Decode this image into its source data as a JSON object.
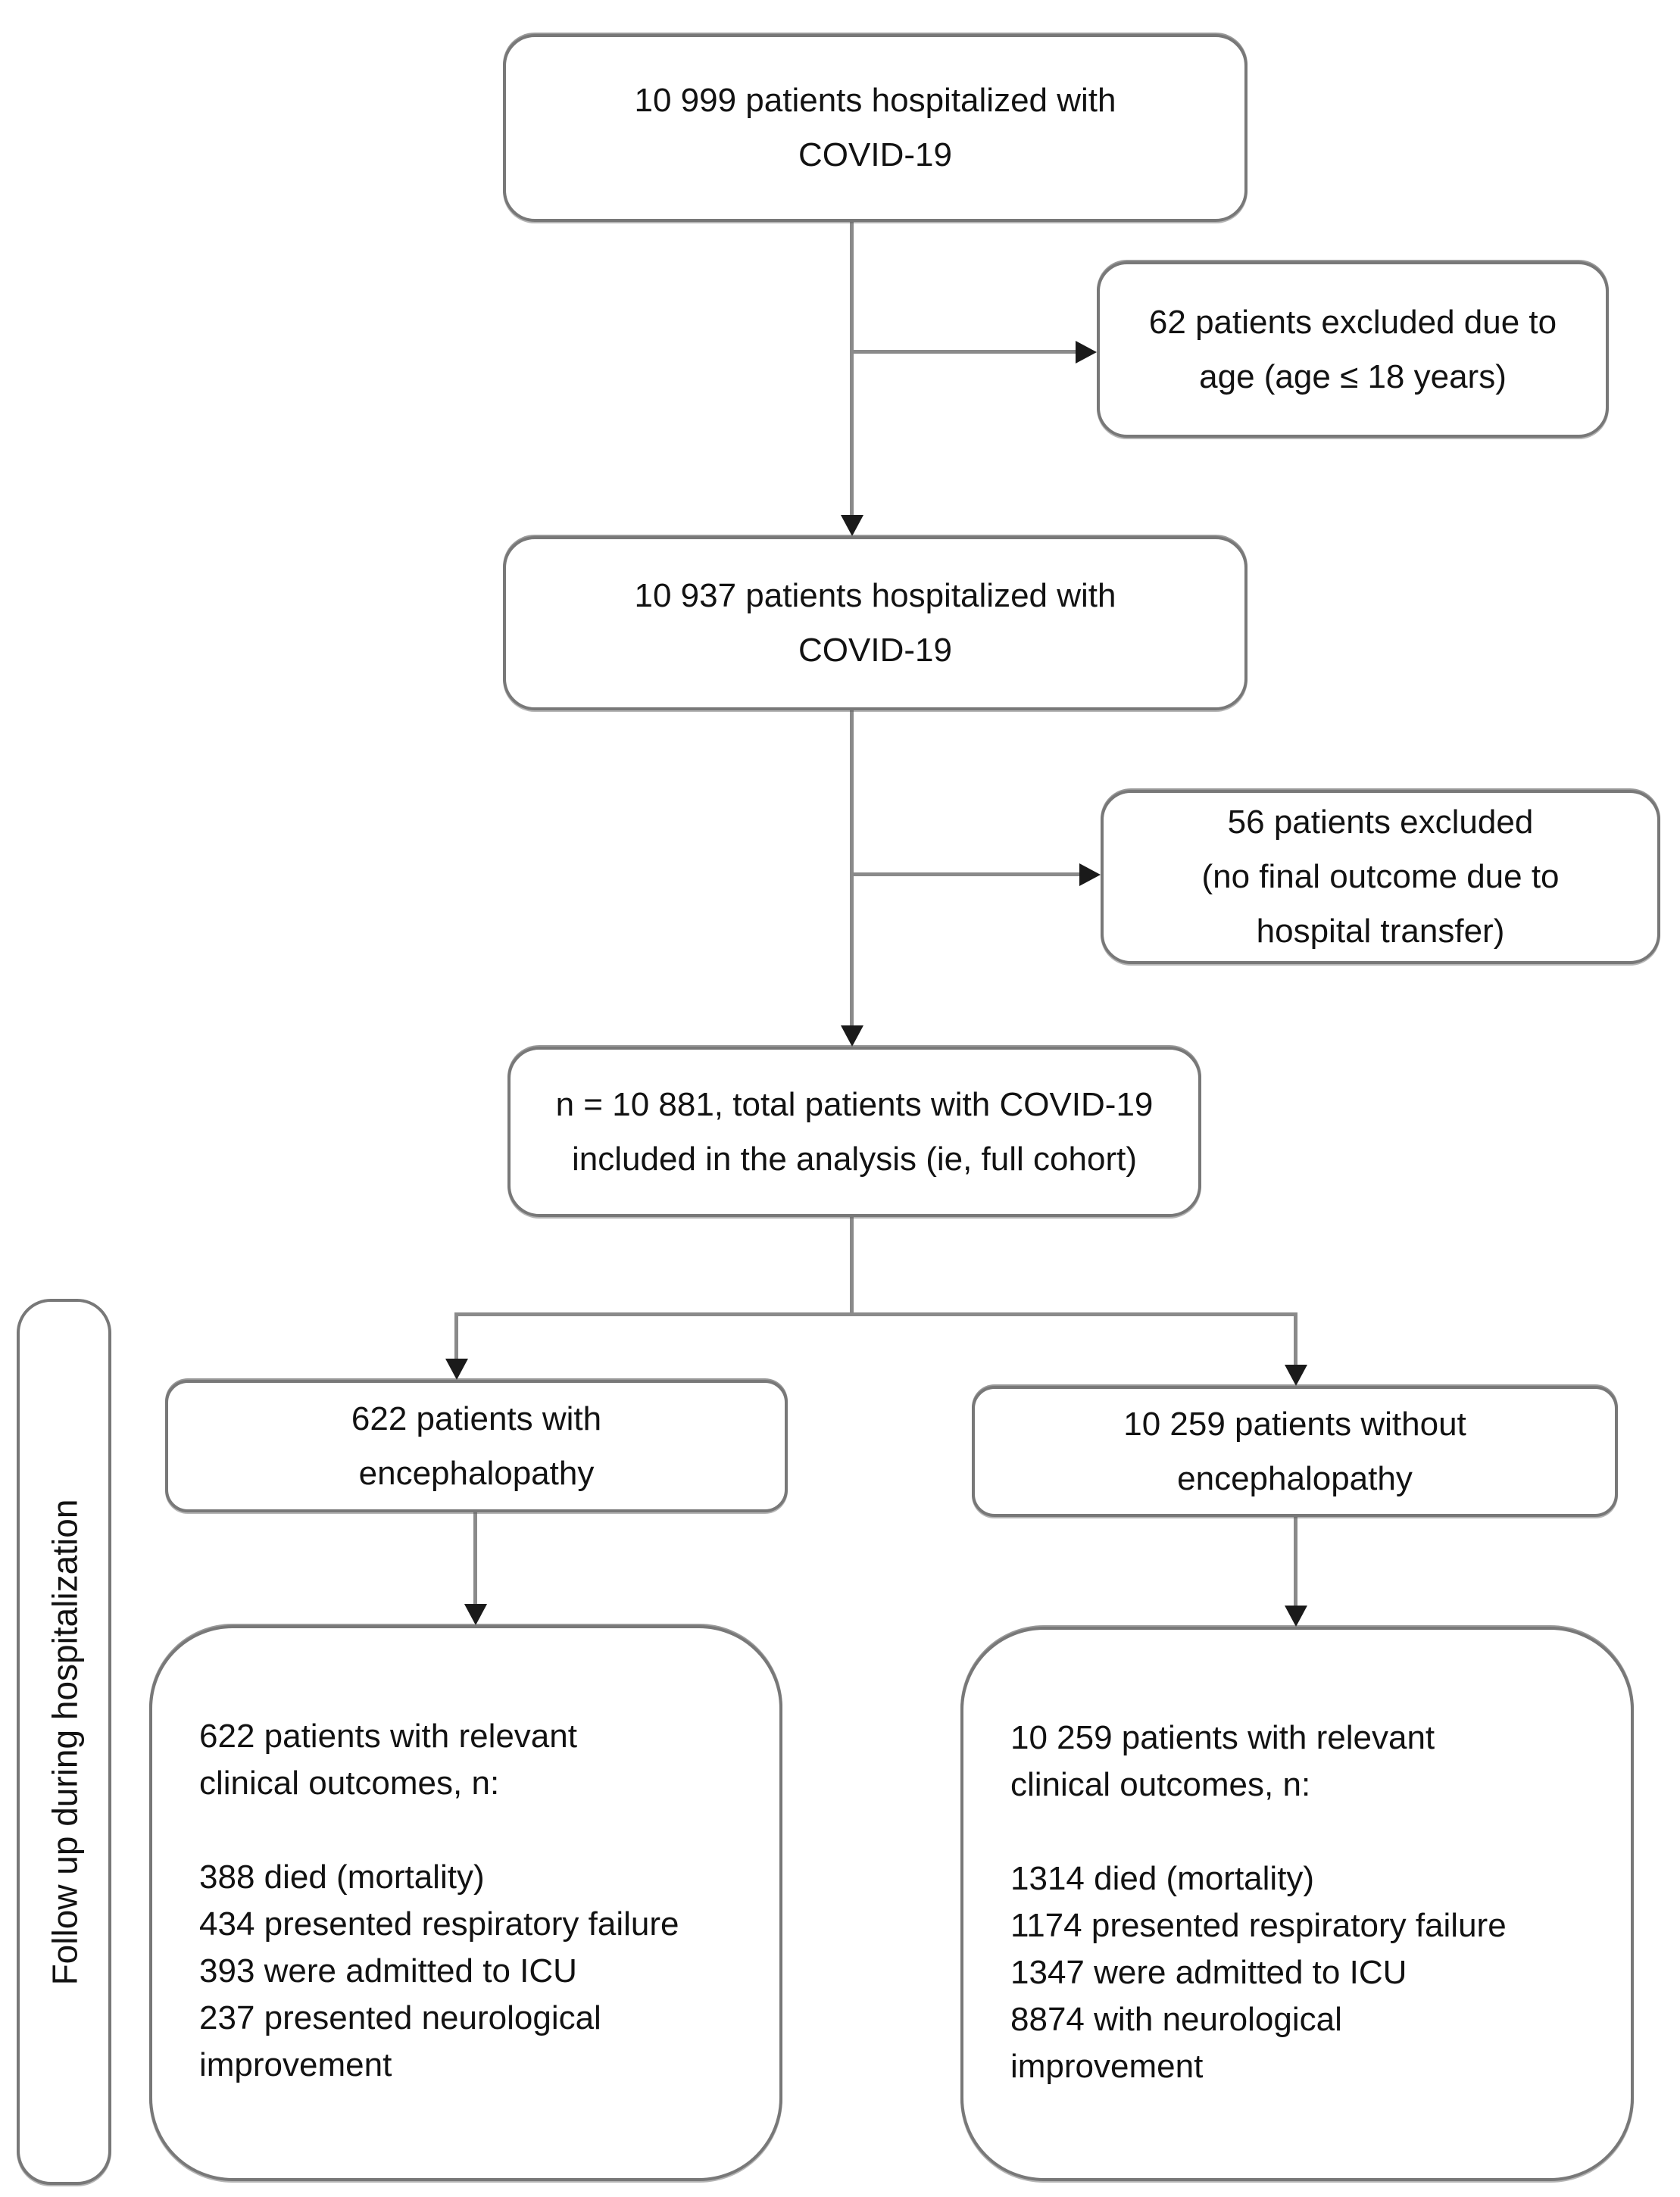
{
  "figure": {
    "side_label": "Follow up during hospitalization",
    "colors": {
      "background": "#ffffff",
      "box_border": "#787878",
      "connector_line": "#8a8a8a",
      "arrowhead": "#1a1a1a",
      "text": "#121212"
    },
    "nodes": {
      "hospitalized_initial": {
        "lines": [
          "10 999 patients hospitalized with",
          "COVID-19"
        ]
      },
      "excluded_age": {
        "lines": [
          "62 patients excluded due to",
          "age (age ≤ 18 years)"
        ]
      },
      "hospitalized_adult": {
        "lines": [
          "10 937 patients hospitalized with",
          "COVID-19"
        ]
      },
      "excluded_transfer": {
        "lines": [
          "56 patients excluded",
          "(no final outcome due to",
          "hospital transfer)"
        ]
      },
      "full_cohort": {
        "lines": [
          "n = 10 881, total patients with COVID-19",
          "included in the analysis (ie, full cohort)"
        ]
      },
      "with_encephalopathy": {
        "lines": [
          "622 patients with",
          "encephalopathy"
        ]
      },
      "without_encephalopathy": {
        "lines": [
          "10 259 patients without",
          "encephalopathy"
        ]
      },
      "outcomes_with_encephalopathy": {
        "lines": [
          "622 patients with relevant",
          "clinical outcomes, n:",
          "",
          "388 died (mortality)",
          "434 presented respiratory failure",
          "393 were admitted to ICU",
          "237 presented neurological",
          "improvement"
        ]
      },
      "outcomes_without_encephalopathy": {
        "lines": [
          "10 259 patients with relevant",
          "clinical outcomes, n:",
          "",
          "1314 died (mortality)",
          "1174 presented respiratory failure",
          "1347 were admitted to ICU",
          "8874 with neurological",
          "improvement"
        ]
      }
    }
  }
}
